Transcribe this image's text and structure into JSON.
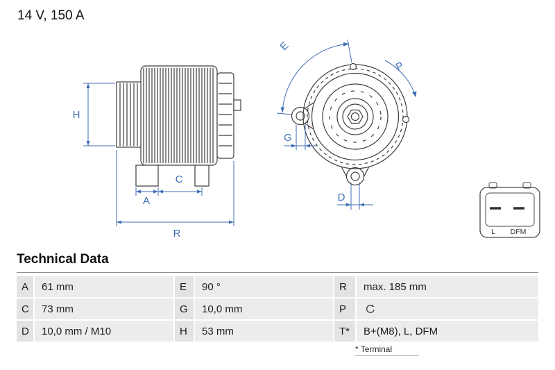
{
  "product": {
    "rating": "14 V, 150 A"
  },
  "diagram": {
    "side_view_labels": {
      "H": "H",
      "A": "A",
      "C": "C",
      "R": "R"
    },
    "front_view_labels": {
      "E": "E",
      "P": "P",
      "G": "G",
      "D": "D"
    },
    "connector_labels": {
      "left": "L",
      "right": "DFM"
    }
  },
  "technical_data": {
    "title": "Technical Data",
    "rows": [
      {
        "c1": {
          "label": "A",
          "value": "61 mm"
        },
        "c2": {
          "label": "E",
          "value": "90 °"
        },
        "c3": {
          "label": "R",
          "value": "max. 185 mm"
        }
      },
      {
        "c1": {
          "label": "C",
          "value": "73 mm"
        },
        "c2": {
          "label": "G",
          "value": "10,0 mm"
        },
        "c3": {
          "label": "P",
          "value_icon": "rotation-clockwise-icon"
        }
      },
      {
        "c1": {
          "label": "D",
          "value": "10,0 mm / M10"
        },
        "c2": {
          "label": "H",
          "value": "53 mm"
        },
        "c3": {
          "label": "T*",
          "value": "B+(M8), L, DFM"
        }
      }
    ],
    "footnote": "* Terminal"
  },
  "colors": {
    "dimension_blue": "#3e6db5",
    "drawing_line": "#3d3d3d",
    "row_label_bg": "#e2e3e3",
    "row_value_bg": "#ebecec"
  }
}
